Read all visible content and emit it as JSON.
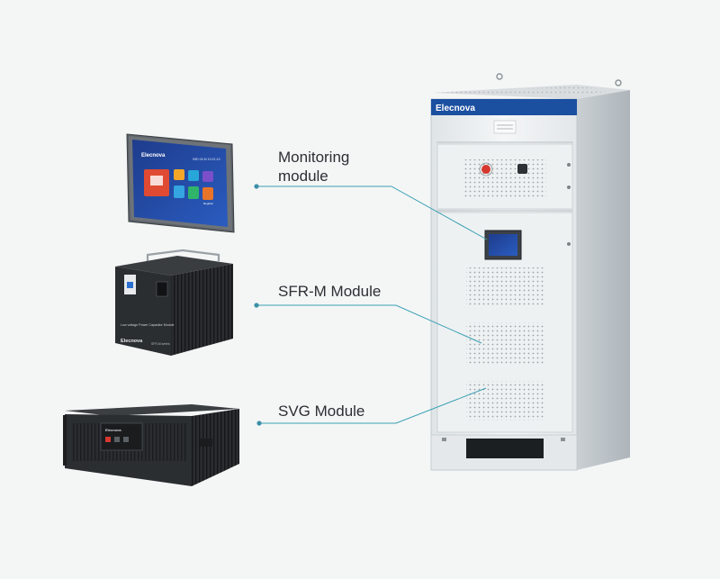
{
  "brand": {
    "logo_text": "Elecnova",
    "accent_color": "#1b4fa0",
    "leader_color": "#3aa0b4"
  },
  "monitoring_screen": {
    "status_text": "09D 04 M 10:21:10",
    "tile_labels": [
      "",
      "",
      "",
      "",
      "Register"
    ]
  },
  "sfrm_device": {
    "caption": "Low voltage Power Capacitor Module",
    "series": "SFR-M series"
  },
  "callouts": {
    "monitoring": "Monitoring\nmodule",
    "sfrm": "SFR-M Module",
    "svg": "SVG Module"
  }
}
